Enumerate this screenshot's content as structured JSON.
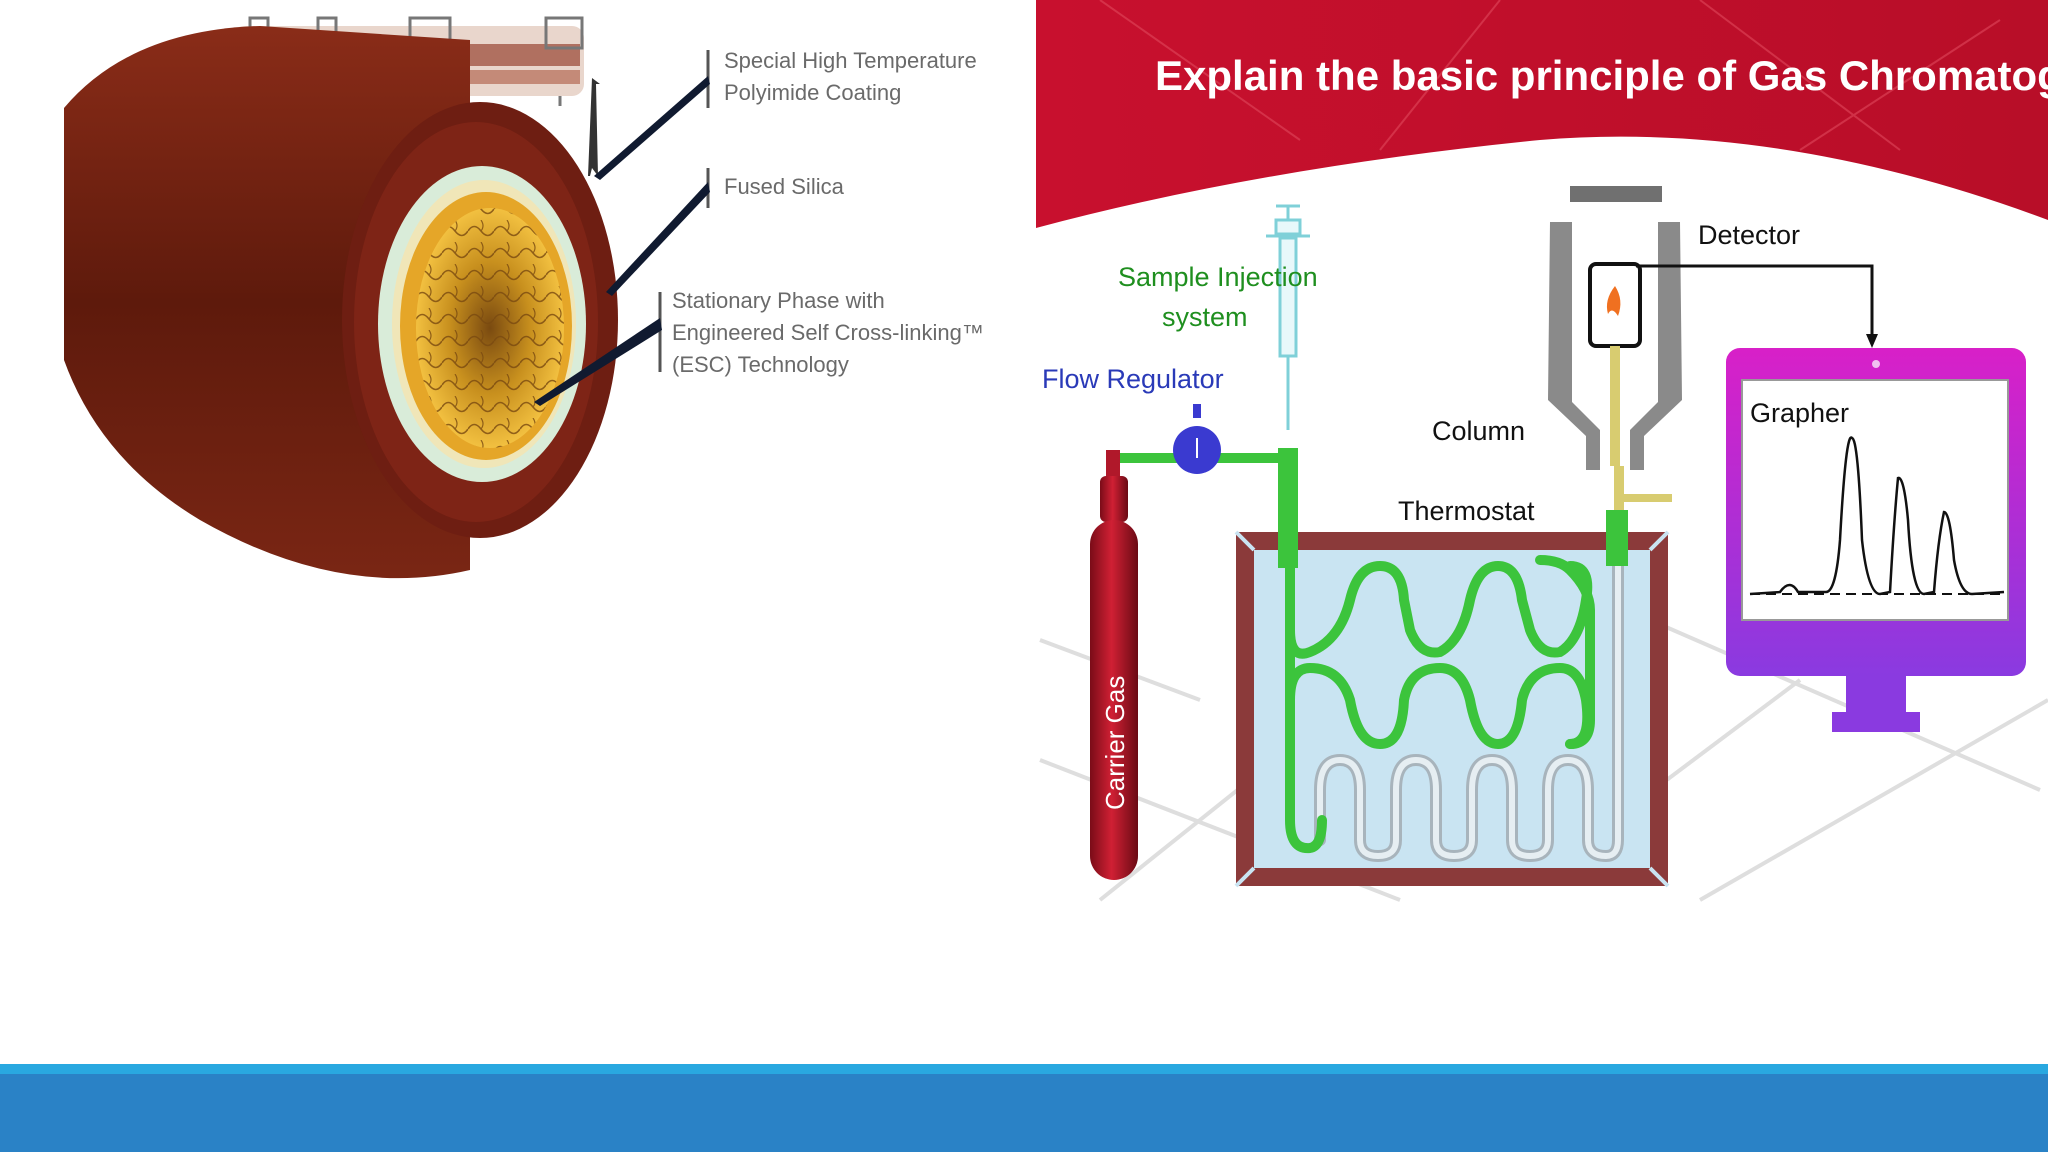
{
  "slide": {
    "title": "Explain the basic principle of Gas Chromatography.",
    "accent_red": "#c8102e",
    "footer_color": "#2a82c6",
    "footer_strip_color": "#29a8e0"
  },
  "column_cross_section": {
    "labels": [
      [
        "Special High Temperature",
        "Polyimide Coating"
      ],
      [
        "Fused Silica"
      ],
      [
        "Stationary Phase with",
        "Engineered Self Cross-linking™",
        "(ESC) Technology"
      ]
    ],
    "colors": {
      "coating": "#6e1e12",
      "silica": "#d9ecd9",
      "phase": "#e5a628"
    }
  },
  "gc_diagram": {
    "labels": {
      "sample_injection": [
        "Sample Injection",
        "system"
      ],
      "flow_regulator": "Flow Regulator",
      "column": "Column",
      "thermostat": "Thermostat",
      "detector": "Detector",
      "grapher": "Grapher",
      "carrier_gas": "Carrier Gas"
    },
    "colors": {
      "column": "#3cc43c",
      "oven_frame": "#8b3a3a",
      "oven_inner": "#c9e4f2",
      "monitor": "#c020c8",
      "regulator": "#3a3ad0",
      "cylinder": "#b0182a"
    }
  }
}
